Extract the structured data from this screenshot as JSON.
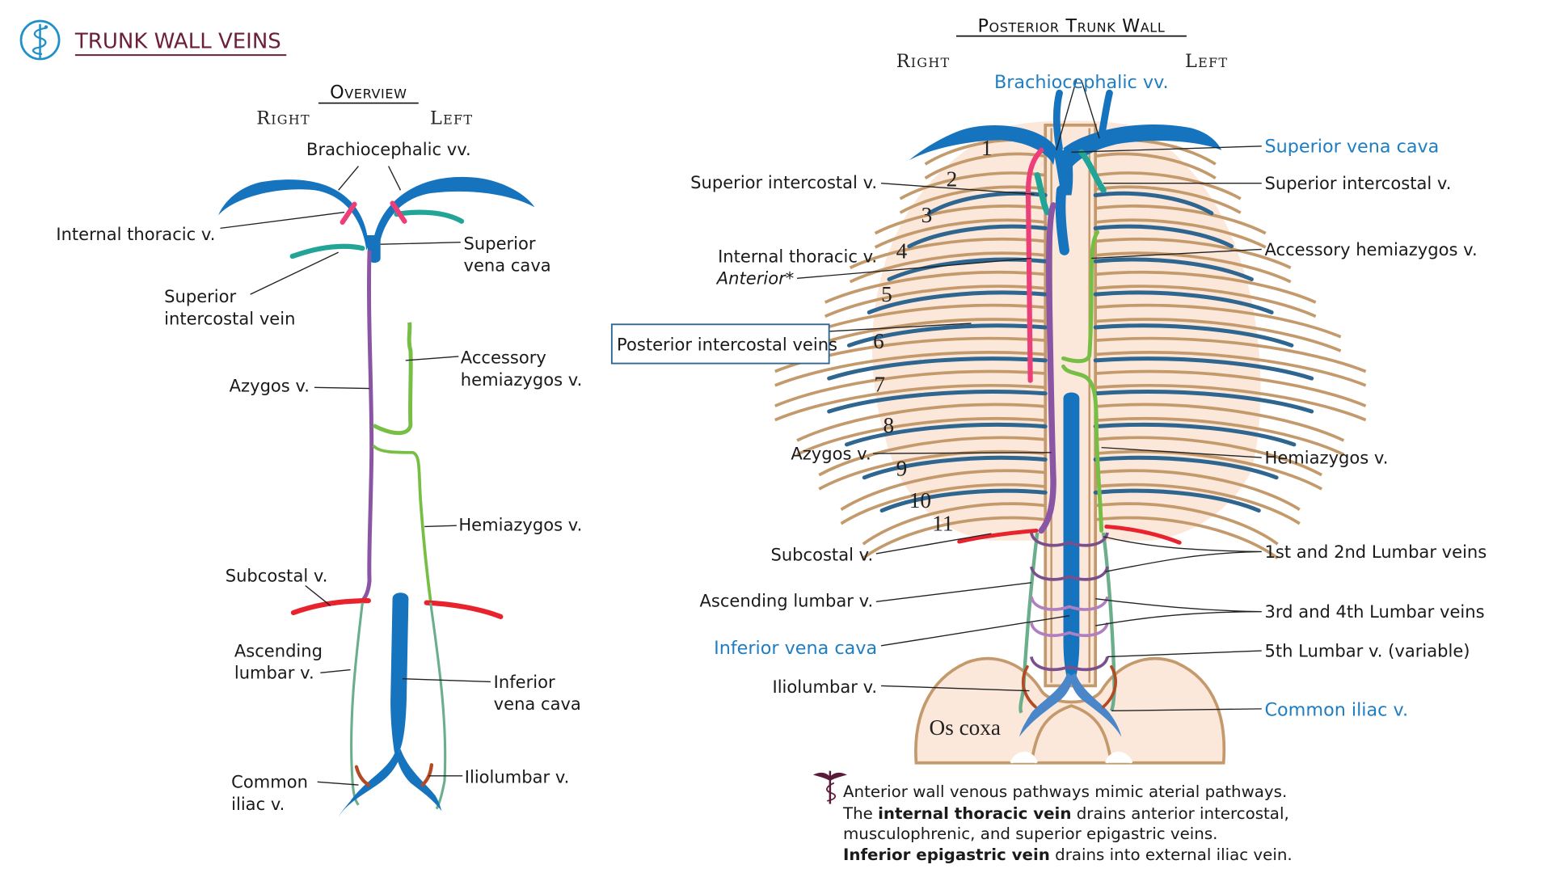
{
  "header": {
    "title": "TRUNK WALL VEINS",
    "logo_icon": "caduceus-circle-icon",
    "title_color": "#6b1f3a",
    "logo_color": "#1f8fc9"
  },
  "overview": {
    "heading": "Overview",
    "side_right": "Right",
    "side_left": "Left",
    "labels": {
      "brachiocephalic": "Brachiocephalic vv.",
      "internal_thoracic": "Internal thoracic v.",
      "svc_line1": "Superior",
      "svc_line2": "vena cava",
      "sup_intercostal_line1": "Superior",
      "sup_intercostal_line2": "intercostal vein",
      "accessory_line1": "Accessory",
      "accessory_line2": "hemiazygos v.",
      "azygos": "Azygos v.",
      "hemiazygos": "Hemiazygos v.",
      "subcostal": "Subcostal v.",
      "ascending_line1": "Ascending",
      "ascending_line2": "lumbar v.",
      "ivc_line1": "Inferior",
      "ivc_line2": "vena cava",
      "common_iliac_line1": "Common",
      "common_iliac_line2": "iliac v.",
      "iliolumbar": "Iliolumbar v."
    }
  },
  "posterior": {
    "heading": "Posterior Trunk Wall",
    "side_right": "Right",
    "side_left": "Left",
    "rib_numbers": [
      "1",
      "2",
      "3",
      "4",
      "5",
      "6",
      "7",
      "8",
      "9",
      "10",
      "11"
    ],
    "bone_label": "Os coxa",
    "labels_left": {
      "sup_intercostal": "Superior intercostal v.",
      "internal_thoracic": "Internal thoracic v.",
      "internal_thoracic_note": "Anterior*",
      "posterior_intercostal_box": "Posterior intercostal veins",
      "azygos": "Azygos v.",
      "subcostal": "Subcostal v.",
      "ascending_lumbar": "Ascending lumbar v.",
      "ivc": "Inferior vena cava",
      "iliolumbar": "Iliolumbar v."
    },
    "labels_top": {
      "brachiocephalic": "Brachiocephalic vv."
    },
    "labels_right": {
      "svc": "Superior vena cava",
      "sup_intercostal": "Superior intercostal v.",
      "accessory_hemiazygos": "Accessory hemiazygos v.",
      "hemiazygos": "Hemiazygos v.",
      "lumbar_1_2": "1st and 2nd Lumbar veins",
      "lumbar_3_4": "3rd and 4th Lumbar veins",
      "lumbar_5": "5th Lumbar v. (variable)",
      "common_iliac": "Common iliac v."
    }
  },
  "note": {
    "icon": "caduceus-icon",
    "line1": "Anterior wall venous pathways mimic aterial pathways.",
    "line2_pre": "The ",
    "line2_bold": "internal thoracic vein",
    "line2_post": " drains anterior intercostal,",
    "line3": "musculophrenic, and superior epigastric veins.",
    "line4_bold": "Inferior epigastric vein",
    "line4_post": " drains into external iliac vein."
  },
  "colors": {
    "caval_blue": "#1673bd",
    "intercostal_blue": "#2e6690",
    "azygos_purple": "#8a55a5",
    "hemiazygos_green": "#76bf44",
    "sup_intercostal_teal": "#22a596",
    "internal_thoracic_pink": "#ec3f7a",
    "subcostal_red": "#e8232e",
    "ascending_lumbar_green": "#6aae8c",
    "iliolumbar_brown": "#b44a25",
    "lumbar_purple": "#7b4e8c",
    "rib_fill": "#fbe8da",
    "rib_stroke": "#c49a6c",
    "highlight_blue": "#1f7ec2"
  }
}
